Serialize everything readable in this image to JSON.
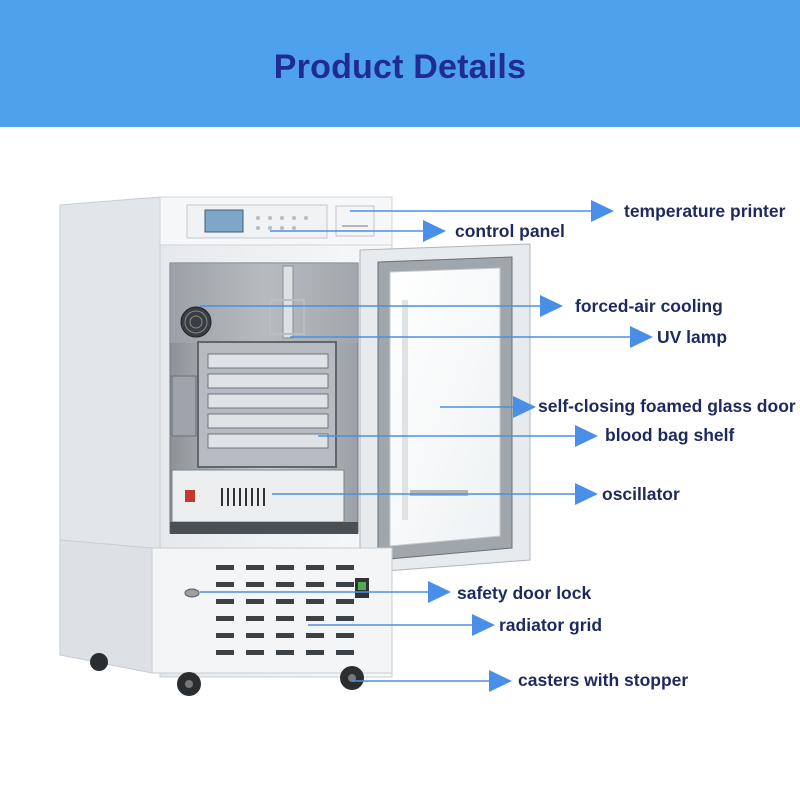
{
  "header": {
    "title": "Product Details"
  },
  "callouts": [
    {
      "id": "temperature-printer",
      "label": "temperature printer"
    },
    {
      "id": "control-panel",
      "label": "control panel"
    },
    {
      "id": "forced-air-cooling",
      "label": "forced-air cooling"
    },
    {
      "id": "uv-lamp",
      "label": "UV lamp"
    },
    {
      "id": "glass-door",
      "label": "self-closing foamed glass door"
    },
    {
      "id": "blood-bag-shelf",
      "label": "blood bag shelf"
    },
    {
      "id": "oscillator",
      "label": "oscillator"
    },
    {
      "id": "safety-door-lock",
      "label": "safety door lock"
    },
    {
      "id": "radiator-grid",
      "label": "radiator grid"
    },
    {
      "id": "casters",
      "label": "casters with stopper"
    }
  ],
  "colors": {
    "header_bg": "#4ea2ec",
    "title": "#202c92",
    "arrow": "#4a8fe7",
    "label": "#1e2a5e"
  }
}
